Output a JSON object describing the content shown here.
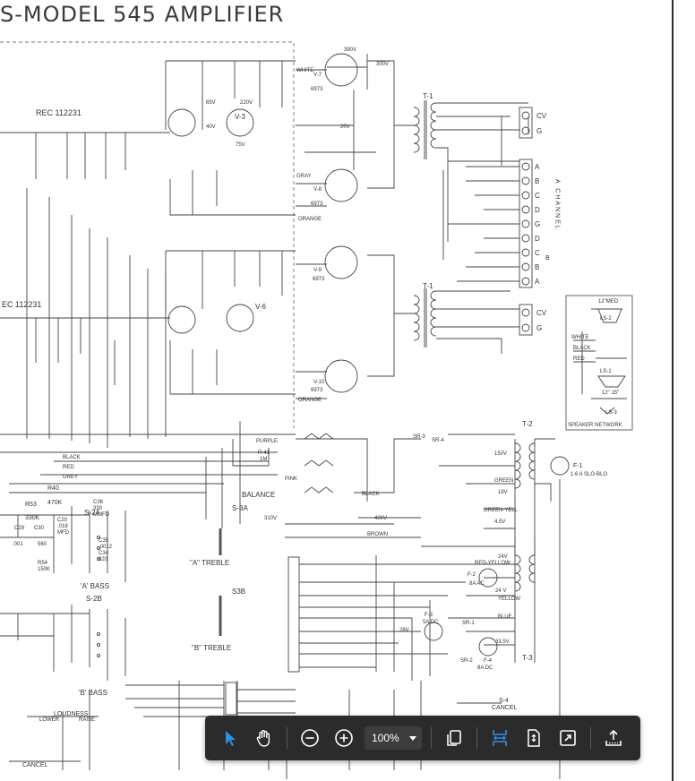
{
  "document": {
    "title": "S-MODEL 545 AMPLIFIER",
    "rec_top": "REC 112231",
    "rec_mid": "EC 112231",
    "tubes": {
      "v7": "V-7",
      "v8": "V-8",
      "v9": "V-9",
      "v10": "V-10",
      "v3": "V-3",
      "v6": "V-6",
      "type": "6973"
    },
    "transformers": {
      "t1": "T-1",
      "t2": "T-2",
      "t3": "T-3"
    },
    "terminals_top": [
      "CV",
      "G"
    ],
    "terminals_channel": [
      "A",
      "B",
      "C",
      "D",
      "G",
      "D",
      "C",
      "B",
      "A"
    ],
    "terminals_bottom": [
      "CV",
      "G"
    ],
    "channel_label_left": "A CHANNEL",
    "channel_label_right": "B",
    "speaker_network": {
      "label": "SPEAKER NETWORK",
      "ls2": "LS-2",
      "ls1": "LS-1",
      "ls3": "LS-3",
      "mid": "12\"MED",
      "woofer": "12\" 15\"",
      "white": "WHITE",
      "black": "BLACK",
      "red": "RED"
    },
    "wires": {
      "black": "BLACK",
      "red": "RED",
      "grey": "GREY",
      "purple": "PURPLE",
      "pink": "PINK",
      "orange": "ORANGE",
      "brown": "BROWN",
      "green": "GREEN",
      "green_yell": "GREEN-YELL",
      "yellow": "YELLOW",
      "blue": "BLUE",
      "red_yellow": "RED-YELLOW",
      "white": "WHITE",
      "gray": "GRAY"
    },
    "controls": {
      "balance": "BALANCE",
      "r41": "R-41",
      "r41v": "1M",
      "s2a": "S-2A",
      "s2b": "S-2B",
      "s3a": "S-3A",
      "s3b": "S3B",
      "a_treble": "\"A\" TREBLE",
      "b_treble": "\"B\" TREBLE",
      "a_bass": "'A' BASS",
      "b_bass": "'B' BASS",
      "loudness": "LOUDNESS",
      "lower": "LOWER",
      "raise": "RAISE",
      "cancel": "CANCEL",
      "s4": "S-4",
      "s4_cancel": "CANCEL"
    },
    "switch_sr3": {
      "sr3": "SR-3",
      "sr4": "SR-4",
      "sr1": "SR-1",
      "sr2": "SR-2"
    },
    "fuses": {
      "f1": "F-1",
      "f1v": "1.6 A SLO-BLO",
      "f2": "F-2",
      "f2v": "8A AC",
      "f3": "F-3",
      "f3v": "5A DC",
      "f4": "F-4",
      "f4v": "8A DC"
    },
    "voltages": [
      "390V",
      "300V",
      "220V",
      "65V",
      "40V",
      "20V",
      "75V",
      "310V",
      "400V",
      "24V",
      "18V",
      "4.5V",
      "150V",
      "28V",
      "33.5V",
      "24 V"
    ],
    "bass_parts": [
      "R40",
      "470K",
      "R53",
      "330K",
      "C36",
      "330",
      "MMFD",
      "C29",
      "C30",
      "C20",
      ".018",
      "MFD",
      ".001",
      "560",
      "R54",
      "150K",
      "C35",
      ".0012",
      "C34",
      "820"
    ]
  },
  "toolbar": {
    "select_tool": "select-arrow",
    "hand_tool": "hand",
    "zoom_out": "zoom-out",
    "zoom_in": "zoom-in",
    "zoom_value": "100%",
    "page_view": "page-view",
    "fit_width": "fit-width",
    "fit_page": "fit-page",
    "fullscreen": "fullscreen",
    "export": "export"
  },
  "colors": {
    "toolbar_bg": "#2b2b2b",
    "accent": "#2f8de4",
    "ink": "#333333"
  }
}
